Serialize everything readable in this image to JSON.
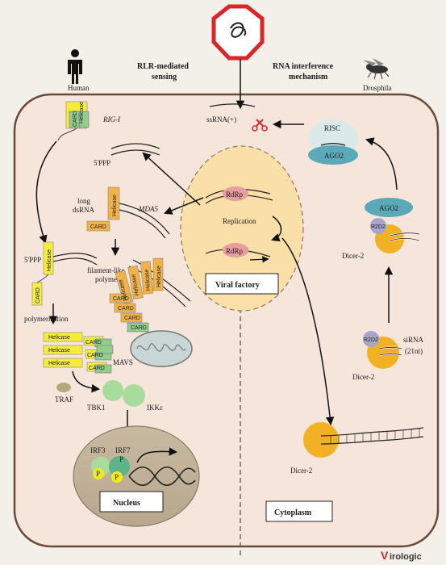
{
  "header": {
    "human_label": "Human",
    "rlr_title_l1": "RLR-mediated",
    "rlr_title_l2": "sensing",
    "rnai_title_l1": "RNA interference",
    "rnai_title_l2": "mechanism",
    "drosophila_label": "Drosphila"
  },
  "rlr": {
    "rig_label": "RIG-I",
    "ppp_top": "5'PPP",
    "long_dsrna_l1": "long",
    "long_dsrna_l2": "dsRNA",
    "mda5_label": "MDA5",
    "ppp_left": "5'PPP",
    "filament_l1": "filament-like",
    "filament_l2": "polymers",
    "polymerization": "polymerization",
    "mavs": "MAVS",
    "traf": "TRAF",
    "tbk1": "TBK1",
    "ikke": "IKKε",
    "helicase": "Helicase",
    "card": "CARD"
  },
  "viral_factory": {
    "rdrp": "RdRp",
    "replication": "Replication",
    "label": "Viral factory"
  },
  "rnai": {
    "ssrna": "ssRNA(+)",
    "risc": "RISC",
    "ago2": "AGO2",
    "r2d2": "R2D2",
    "dicer": "Dicer-2",
    "sirna_l1": "siRNA",
    "sirna_l2": "(21nt)"
  },
  "nucleus": {
    "irf3": "IRF3",
    "irf7": "IRF7",
    "p": "P",
    "label": "Nucleus"
  },
  "cytoplasm_label": "Cytoplasm",
  "logo_text": "irologic",
  "logo_letter": "V",
  "colors": {
    "background": "#f3efe9",
    "cell_fill": "#f6e5db",
    "cell_border": "#6b4a3a",
    "virus_red": "#d9262a",
    "helicase_yellow": "#f5ec3c",
    "card_orange": "#f2b24a",
    "card_green": "#8fce8b",
    "risc_teal": "#5ba8b8",
    "dicer_orange": "#f2b024",
    "r2d2_purple": "#a7a5cb",
    "rdrp_pink": "#e69ea0",
    "factory_fill": "#fbdfa8",
    "nucleus_fill": "#cdbfa8",
    "p_yellow": "#f3ec1c"
  }
}
